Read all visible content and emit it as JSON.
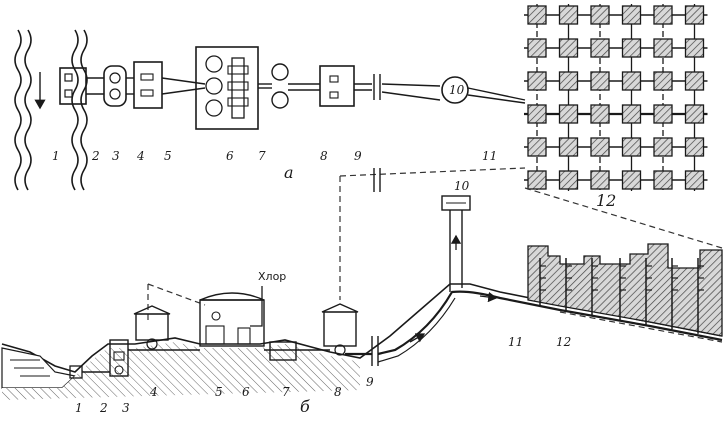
{
  "part_a": {
    "caption": "а",
    "numbers": [
      "1",
      "2",
      "3",
      "4",
      "5",
      "6",
      "7",
      "8",
      "9",
      "10",
      "11",
      "12"
    ]
  },
  "part_b": {
    "caption": "б",
    "chlorine": "Хлор",
    "numbers": [
      "1",
      "2",
      "3",
      "4",
      "5",
      "6",
      "7",
      "8",
      "9",
      "10",
      "11",
      "12"
    ]
  }
}
